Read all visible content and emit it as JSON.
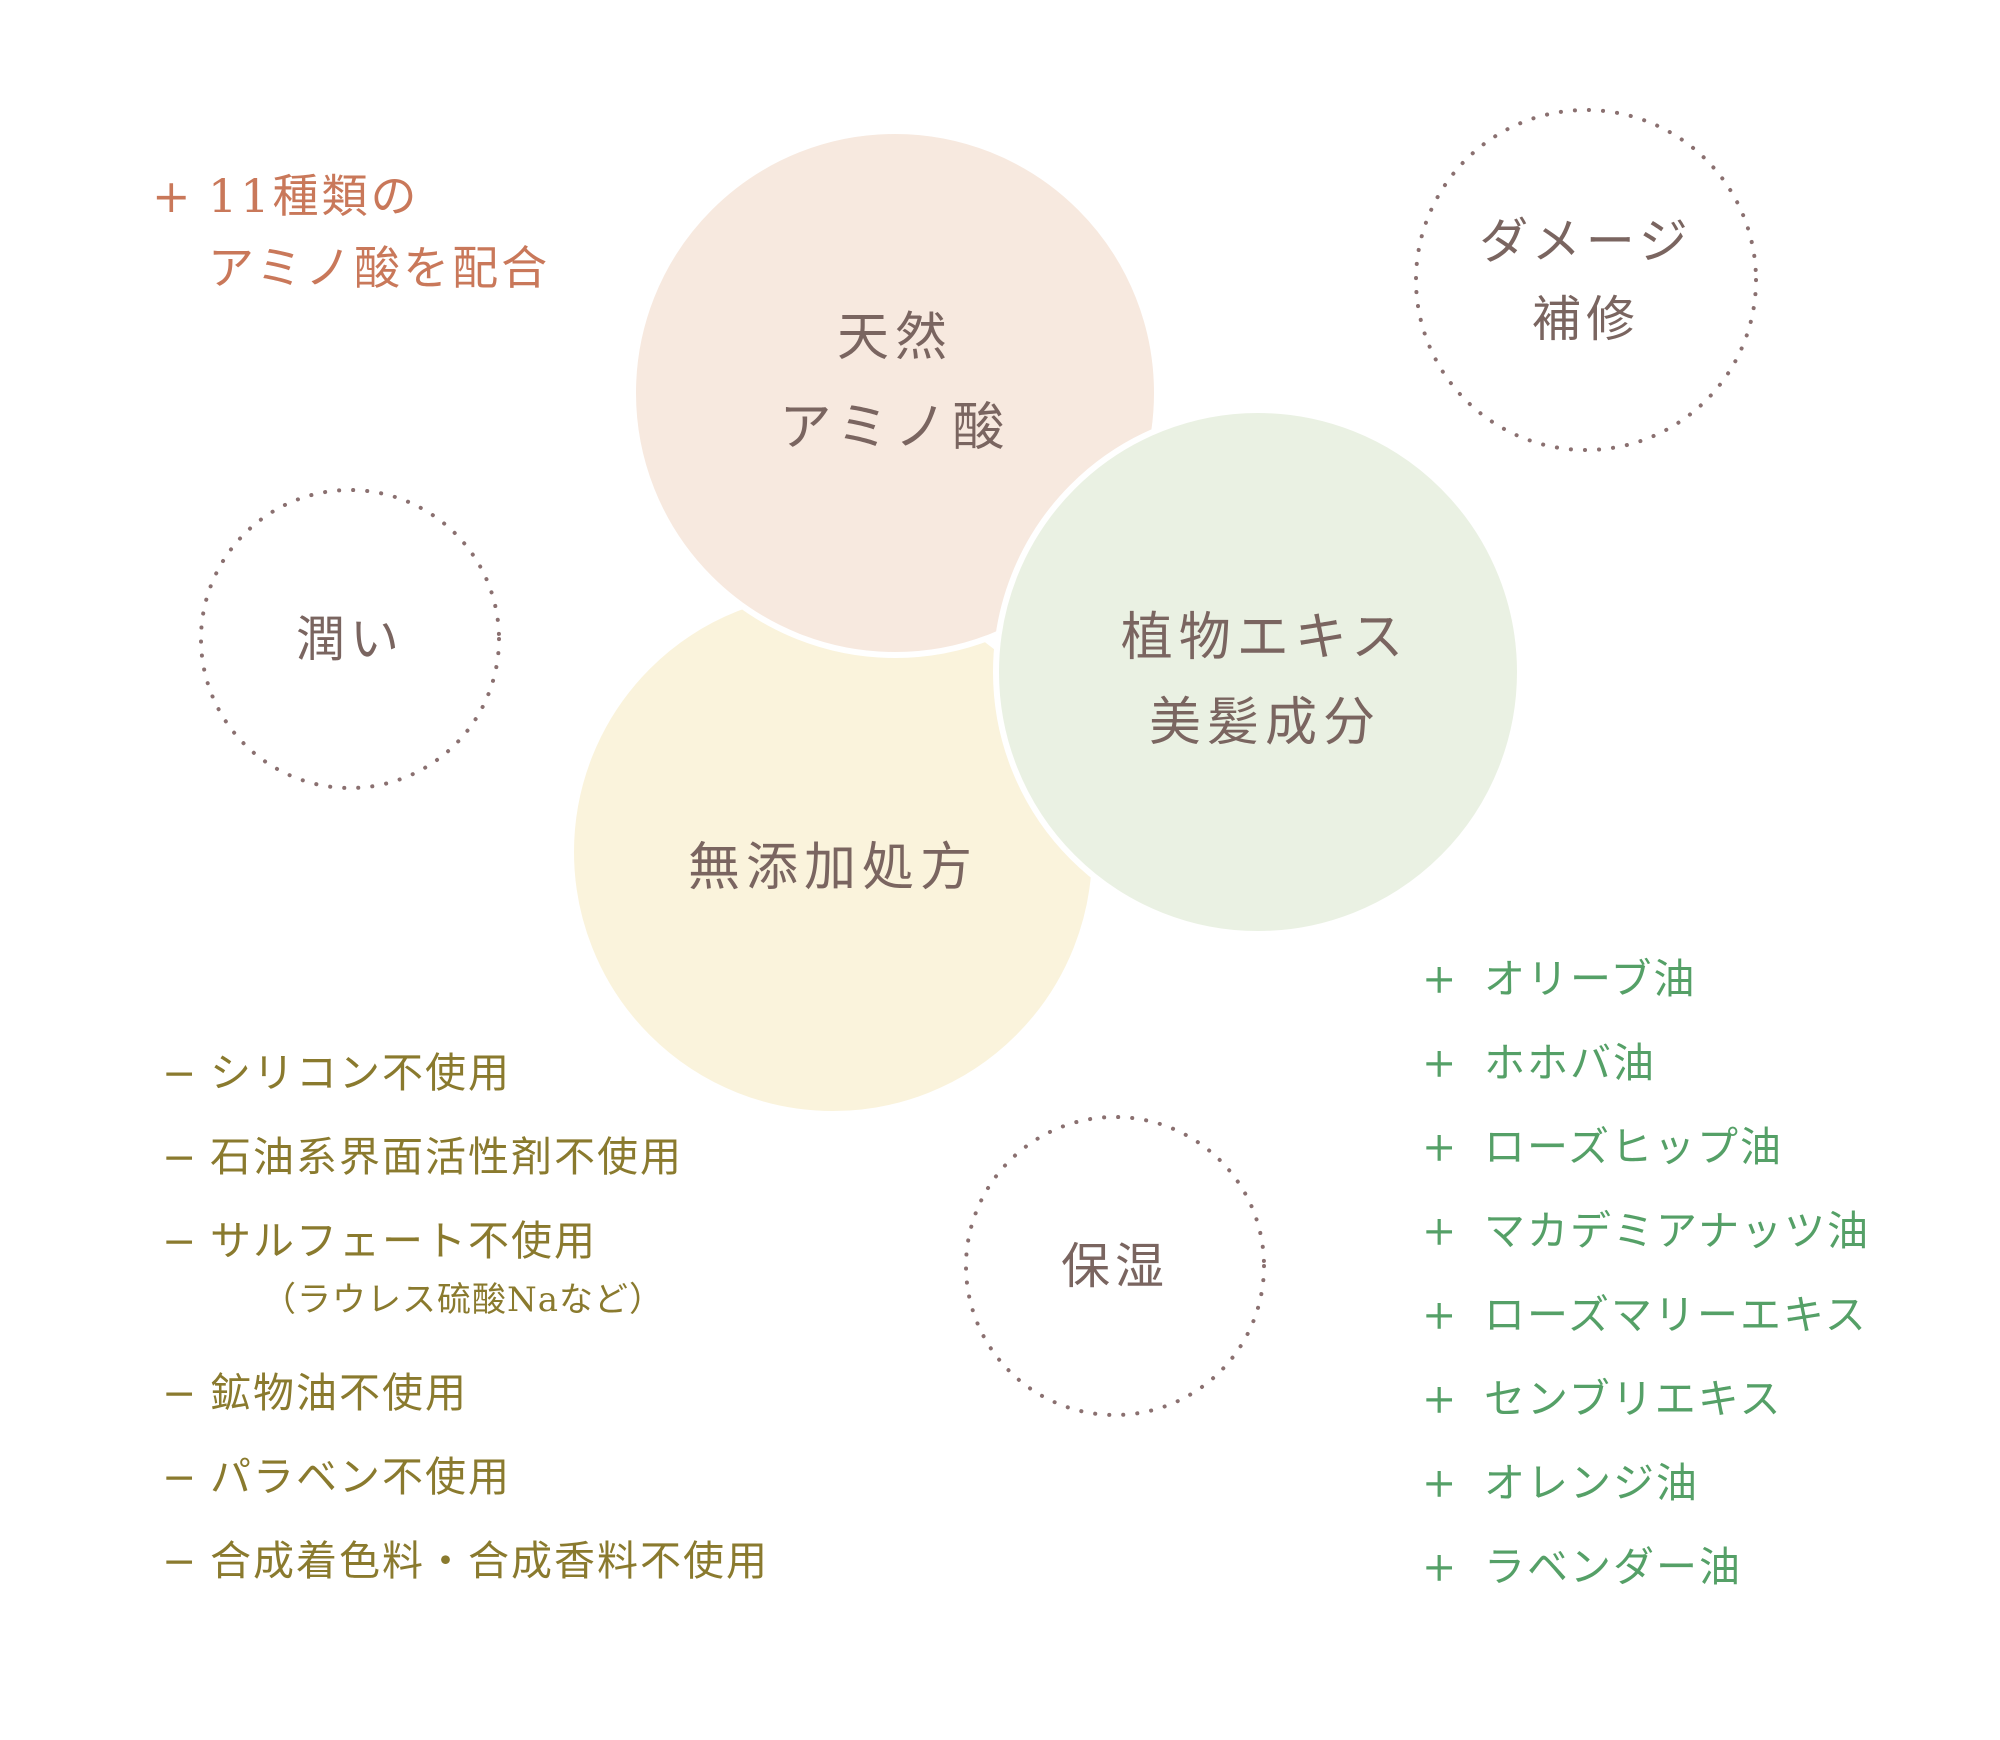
{
  "title": {
    "mark": "+",
    "line1": "11種類の",
    "line2": "アミノ酸を配合",
    "color": "#c9785a"
  },
  "circles": {
    "amino": {
      "line1": "天然",
      "line2": "アミノ酸",
      "fill": "#f7e9df"
    },
    "plant": {
      "line1": "植物エキス",
      "line2": "美髪成分",
      "fill": "#eaf1e3"
    },
    "additive_free": {
      "label": "無添加処方",
      "fill": "#faf3dc"
    }
  },
  "benefits": [
    {
      "line1": "ダメージ",
      "line2": "補修"
    },
    {
      "line1": "潤い"
    },
    {
      "line1": "保湿"
    }
  ],
  "additive_free_list": {
    "mark": "−",
    "color": "#8a7a2e",
    "items": [
      {
        "label": "シリコン不使用"
      },
      {
        "label": "石油系界面活性剤不使用"
      },
      {
        "label": "サルフェート不使用",
        "note": "（ラウレス硫酸Naなど）"
      },
      {
        "label": "鉱物油不使用"
      },
      {
        "label": "パラベン不使用"
      },
      {
        "label": "合成着色料・合成香料不使用"
      }
    ]
  },
  "plant_list": {
    "mark": "+",
    "color": "#55a067",
    "items": [
      "オリーブ油",
      "ホホバ油",
      "ローズヒップ油",
      "マカデミアナッツ油",
      "ローズマリーエキス",
      "センブリエキス",
      "オレンジ油",
      "ラベンダー油"
    ]
  },
  "colors": {
    "text": "#7a6560",
    "dots": "#8a7070"
  }
}
